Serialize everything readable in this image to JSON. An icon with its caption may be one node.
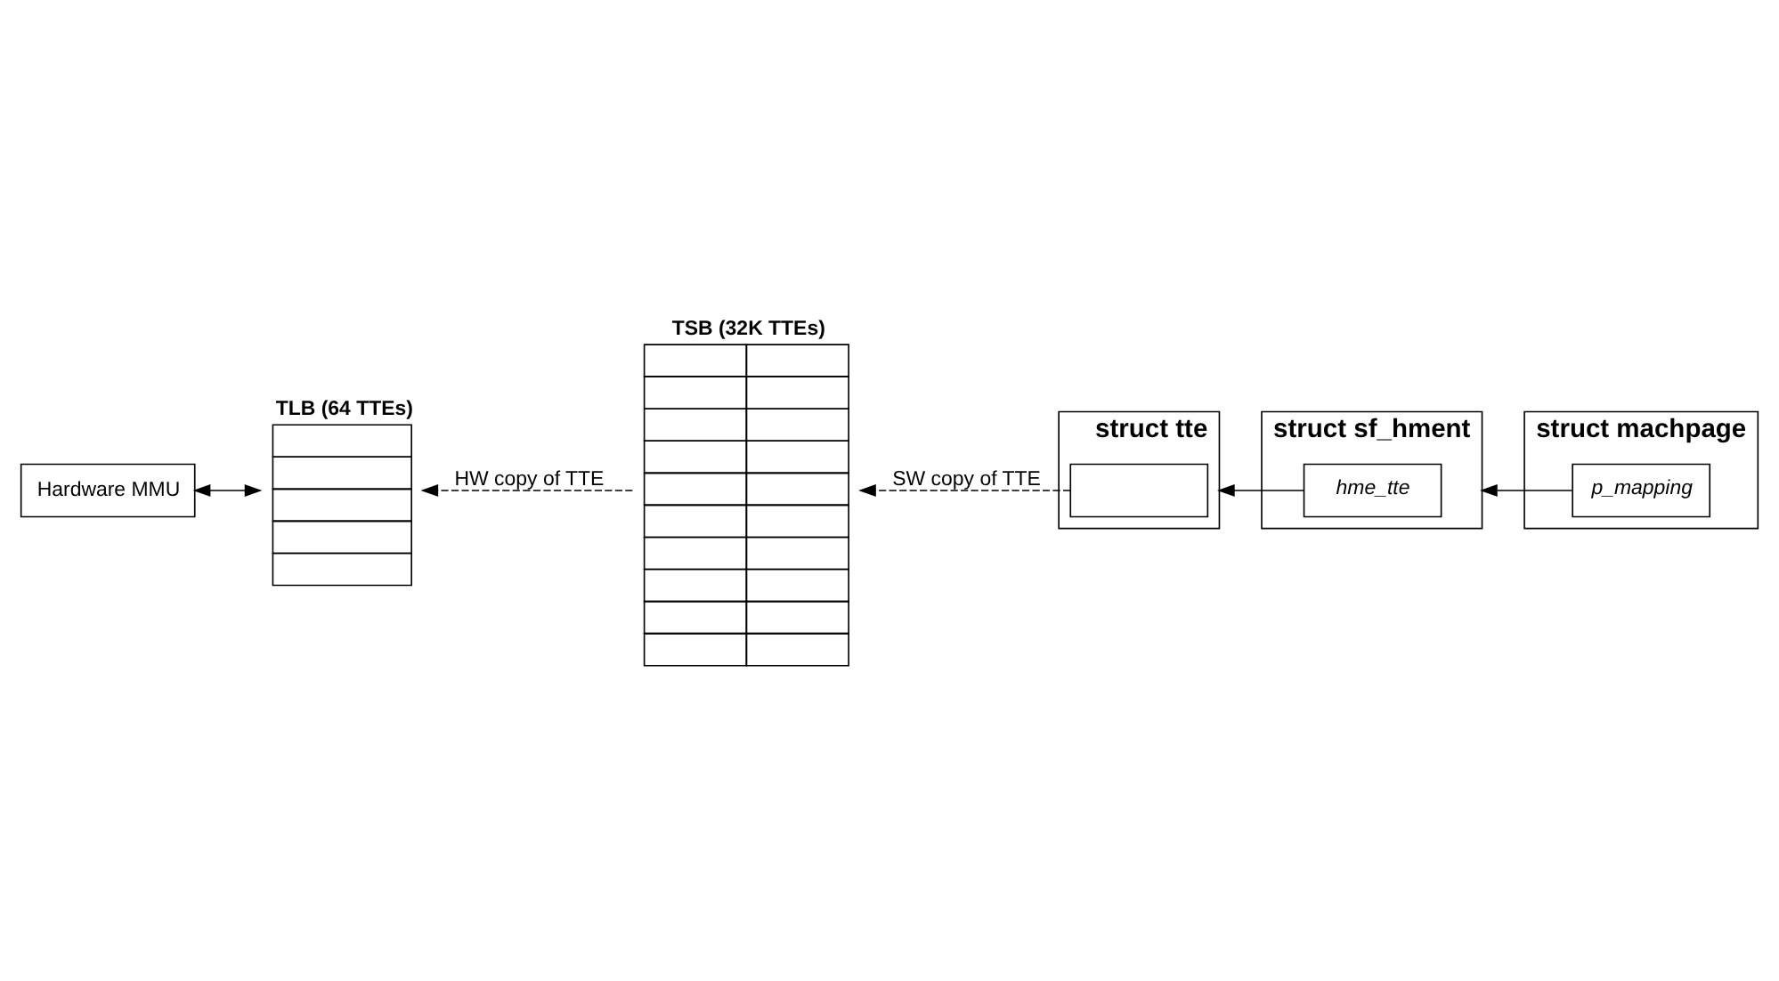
{
  "diagram": {
    "nodes": [
      {
        "text": [
          "Hardware MMU"
        ]
      },
      {
        "text": [
          "TLB (64 TTEs)"
        ]
      },
      {
        "text": [
          "TSB (32K TTEs)"
        ]
      },
      {
        "text": [
          "struct tte"
        ]
      },
      {
        "text": [],
        "shape": "box",
        "in": 3
      },
      {
        "text": [
          "struct sf_hment"
        ]
      },
      {
        "text": [
          "hme_tte"
        ],
        "in": 5
      },
      {
        "text": [
          "struct machpage"
        ]
      },
      {
        "text": [
          "p_mapping"
        ],
        "in": 7
      }
    ],
    "edges": [
      {
        "from": 0,
        "to": 1,
        "arrow": "both"
      },
      {
        "from": 2,
        "to": 1,
        "arrow": "to",
        "style": "dashed",
        "label": "HW copy of TTE"
      },
      {
        "from": 4,
        "to": 2,
        "arrow": "to",
        "style": "dashed",
        "label": "SW copy of TTE"
      },
      {
        "from": 6,
        "to": 3,
        "arrow": "to"
      },
      {
        "from": 8,
        "to": 5,
        "arrow": "to"
      }
    ]
  }
}
